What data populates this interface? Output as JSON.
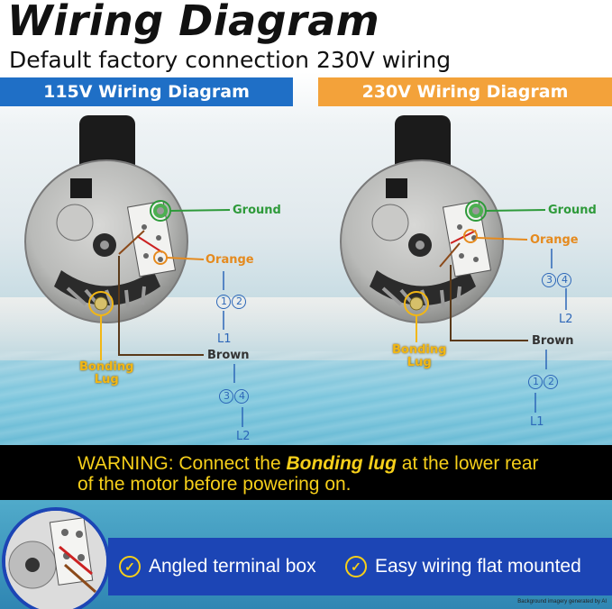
{
  "header": {
    "title": "Wiring Diagram",
    "subtitle": "Default factory connection 230V wiring"
  },
  "panels": {
    "left": {
      "heading": "115V Wiring Diagram",
      "ground": "Ground",
      "orange": "Orange",
      "line_a_nums": [
        "1",
        "2"
      ],
      "line_a": "L1",
      "brown": "Brown",
      "line_b_nums": [
        "3",
        "4"
      ],
      "line_b": "L2",
      "bonding_1": "Bonding",
      "bonding_2": "Lug"
    },
    "right": {
      "heading": "230V Wiring Diagram",
      "ground": "Ground",
      "orange": "Orange",
      "line_a_nums": [
        "3",
        "4"
      ],
      "line_a": "L2",
      "brown": "Brown",
      "line_b_nums": [
        "1",
        "2"
      ],
      "line_b": "L1",
      "bonding_1": "Bonding",
      "bonding_2": "Lug"
    }
  },
  "warning": {
    "prefix": "WARNING: Connect the ",
    "emphasis": "Bonding lug",
    "suffix": " at the lower rear of the motor before powering on."
  },
  "features": {
    "item1": "Angled terminal box",
    "item2": "Easy wiring flat mounted"
  },
  "footnote": "Background imagery generated by AI",
  "colors": {
    "blue_band": "#1f6fc6",
    "orange_band": "#f3a23a",
    "ground_green": "#2e9a3a",
    "warning_yellow": "#f6cf1a",
    "feature_band": "#1c45b5"
  },
  "icons": [
    "check-circle-icon",
    "check-circle-icon"
  ]
}
